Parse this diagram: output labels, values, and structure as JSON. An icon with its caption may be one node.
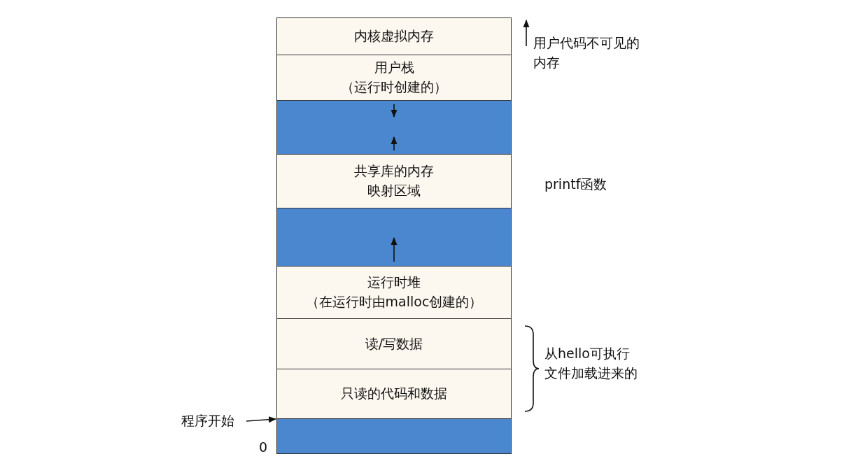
{
  "diagram": {
    "nodes": [
      {
        "text": [
          "内核虚拟内存"
        ]
      },
      {
        "text": [
          "用户栈",
          "（运行时创建的）"
        ]
      },
      {
        "text": [],
        "shape": "box"
      },
      {
        "text": [
          "共享库的内存映射区域"
        ]
      },
      {
        "text": [],
        "shape": "box"
      },
      {
        "text": [
          "运行时堆",
          "（在运行时由malloc创建的）"
        ]
      },
      {
        "text": [
          "读/写数据"
        ]
      },
      {
        "text": [
          "只读的代码和数据"
        ]
      },
      {
        "text": [],
        "shape": "box"
      },
      {
        "text": [
          "程序开始"
        ]
      }
    ],
    "edges": [
      {
        "from": 9,
        "to": 7,
        "arrow": "to"
      }
    ],
    "labels": [
      "用户代码不可见的内存",
      "printf函数",
      "从hello可执行文件加载进来的",
      "0"
    ]
  }
}
